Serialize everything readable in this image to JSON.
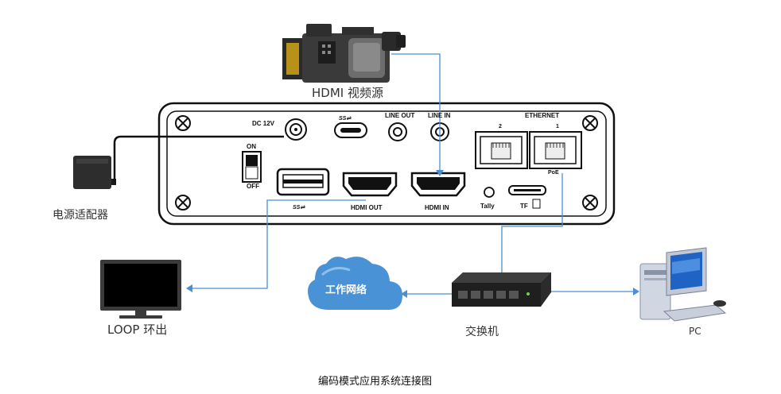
{
  "labels": {
    "video_source": "HDMI 视频源",
    "power_adapter": "电源适配器",
    "loop_out": "LOOP 环出",
    "switch": "交换机",
    "pc": "PC",
    "work_network": "工作网络",
    "caption": "编码模式应用系统连接图"
  },
  "panel_labels": {
    "dc_top": "DC 12V",
    "line_out": "LINE OUT",
    "line_in": "LINE IN",
    "ethernet": "ETHERNET",
    "port_2": "2",
    "port_1": "1",
    "poe": "PoE",
    "switch_on": "ON",
    "switch_off": "OFF",
    "hdmi_out": "HDMI OUT",
    "hdmi_in": "HDMI IN",
    "tally": "Tally",
    "tf": "TF"
  },
  "colors": {
    "connector_line": "#4a8fd4",
    "cloud": "#4a92d6",
    "panel_outline": "#111111",
    "monitor_screen": "#000000"
  },
  "icons": [
    "camera-icon",
    "power-adapter-icon",
    "monitor-icon",
    "cloud-icon",
    "switch-icon",
    "pc-icon",
    "usb-ss-icon"
  ]
}
